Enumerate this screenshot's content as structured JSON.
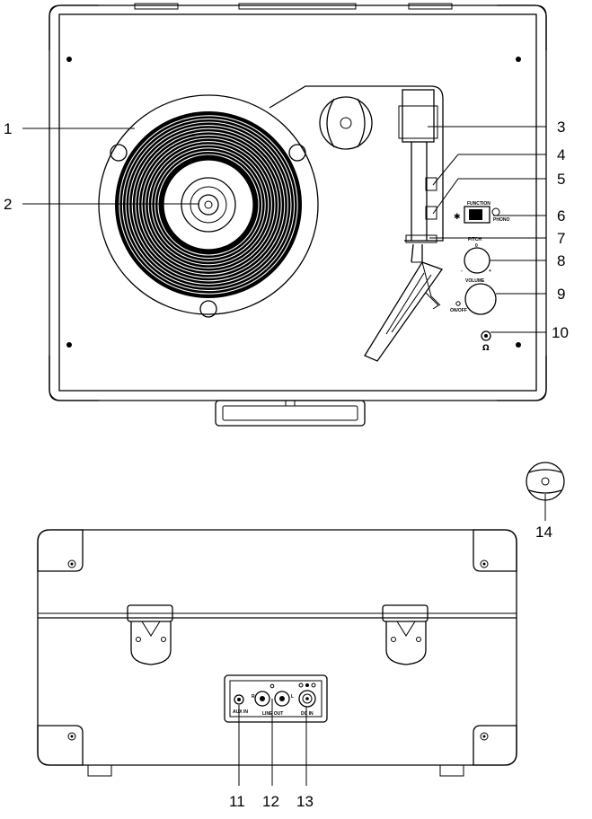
{
  "callouts": [
    "1",
    "2",
    "3",
    "4",
    "5",
    "6",
    "7",
    "8",
    "9",
    "10",
    "11",
    "12",
    "13",
    "14"
  ],
  "panel": {
    "function": "FUNCTION",
    "phono": "PHONO",
    "pitch": "PITCH",
    "pitch_zero": "0",
    "pitch_minus": "-",
    "pitch_plus": "+",
    "volume": "VOLUME",
    "onoff": "ON/OFF",
    "bluetooth_glyph": "✱",
    "headphone_glyph": "Ω"
  },
  "back_panel": {
    "aux_in": "AUX IN",
    "line_out": "LINE OUT",
    "r": "R",
    "l": "L",
    "dc_in": "DC IN"
  }
}
